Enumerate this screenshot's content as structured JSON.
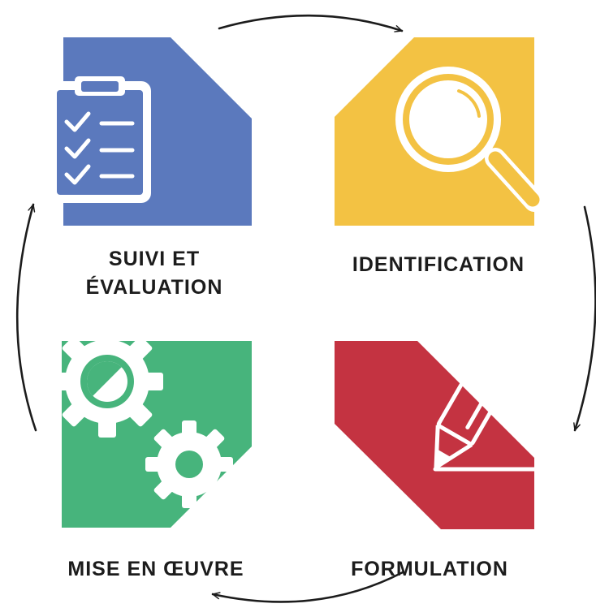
{
  "diagram": {
    "stages": [
      {
        "id": "suivi",
        "label_line1": "SUIVI ET",
        "label_line2": "ÉVALUATION",
        "color": "#5b79bd",
        "icon": "clipboard-checklist-icon"
      },
      {
        "id": "identification",
        "label": "IDENTIFICATION",
        "color": "#f3c243",
        "icon": "magnifying-glass-icon"
      },
      {
        "id": "formulation",
        "label": "FORMULATION",
        "color": "#c43341",
        "icon": "pencil-icon"
      },
      {
        "id": "mise-en-oeuvre",
        "label": "MISE EN ŒUVRE",
        "color": "#47b47c",
        "icon": "gears-icon"
      }
    ],
    "arrow_color": "#1c1c1c",
    "flow": "clockwise"
  }
}
